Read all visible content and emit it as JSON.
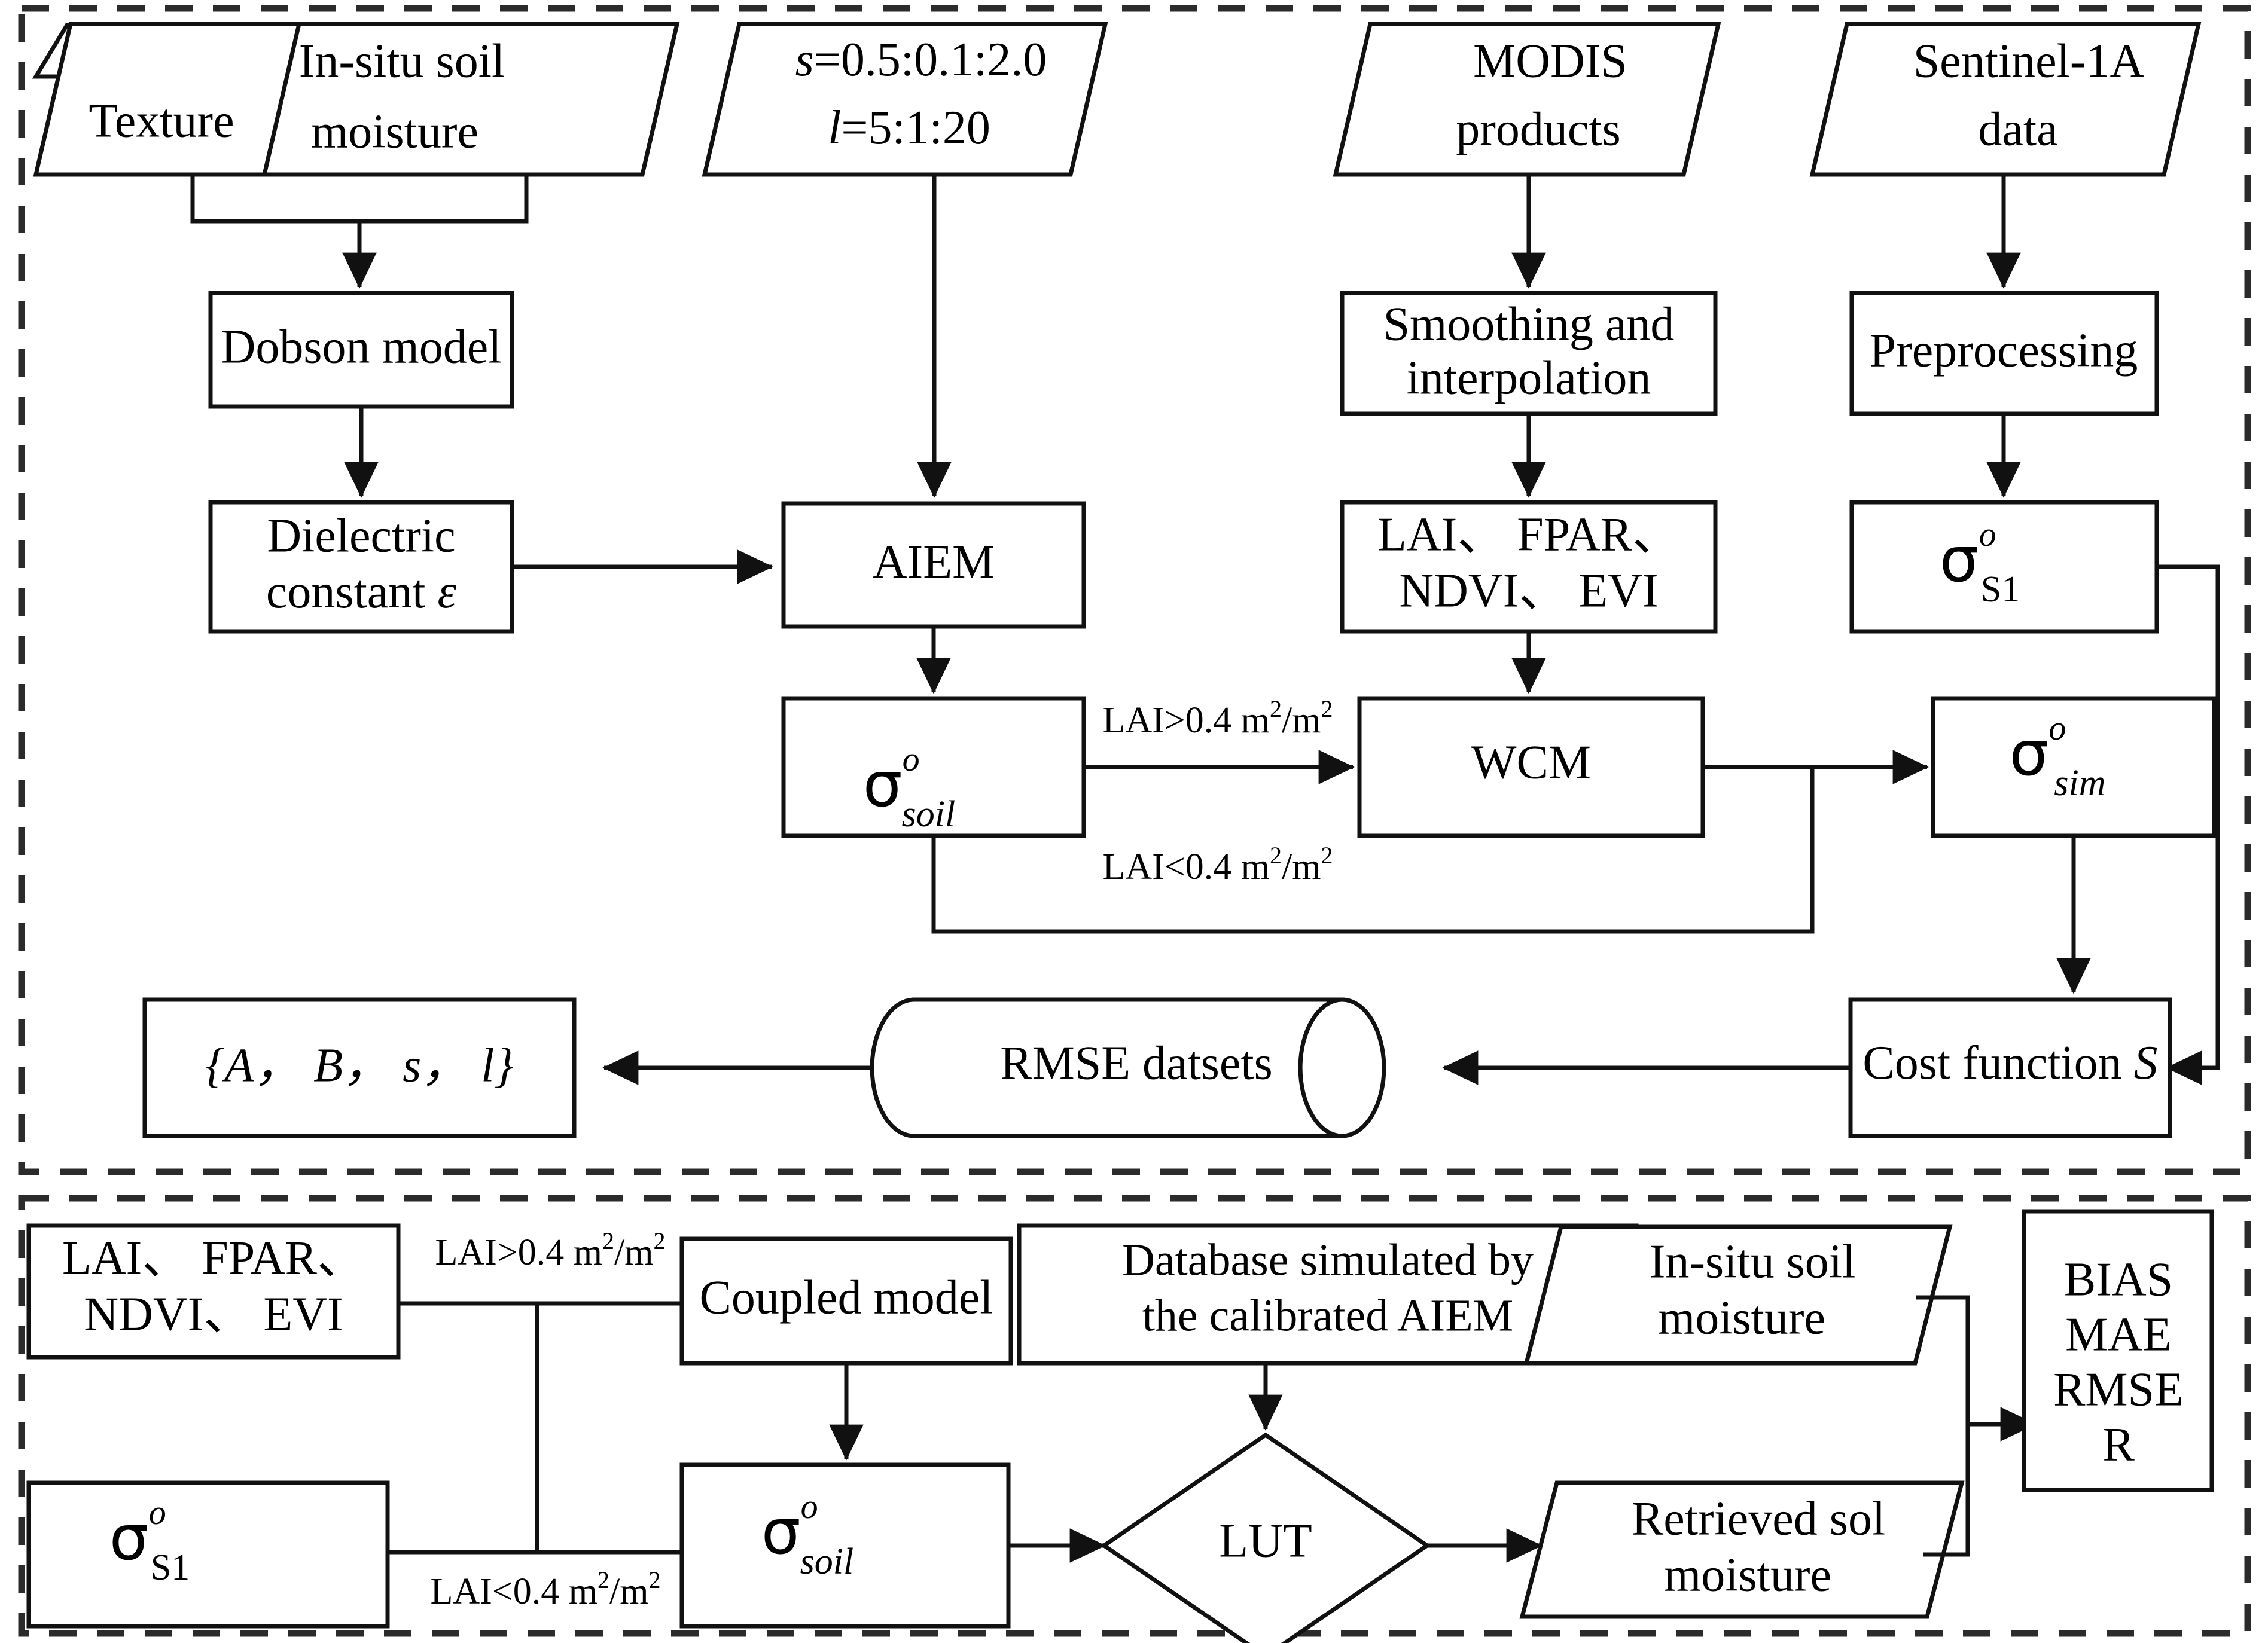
{
  "diagram": {
    "title_absent": true,
    "panels": [
      {
        "id": "calibration",
        "name": "calibration-panel",
        "border": "dashed"
      },
      {
        "id": "validation",
        "name": "validation-panel",
        "border": "dashed"
      }
    ]
  },
  "panel1": {
    "inputs": {
      "texture": "Texture",
      "insitu_line1": "In-situ soil",
      "insitu_line2": "moisture",
      "params_line1_var": "s",
      "params_line1_val": "=0.5:0.1:2.0",
      "params_line2_var": "l",
      "params_line2_val": "=5:1:20",
      "modis_line1": "MODIS",
      "modis_line2": "products",
      "sentinel_line1": "Sentinel-1A",
      "sentinel_line2": "data"
    },
    "nodes": {
      "dobson": "Dobson model",
      "dielectric_line1": "Dielectric",
      "dielectric_line2_pre": "constant ",
      "dielectric_line2_sym": "ε",
      "aiem": "AIEM",
      "sigma_soil_base": "σ",
      "sigma_soil_sup": "o",
      "sigma_soil_sub": "soil",
      "smoothing_line1": "Smoothing and",
      "smoothing_line2": "interpolation",
      "modis_vars_line1": "LAI、 FPAR、",
      "modis_vars_line2": "NDVI、 EVI",
      "wcm": "WCM",
      "preprocessing": "Preprocessing",
      "sigma_s1_base": "σ",
      "sigma_s1_sup": "o",
      "sigma_s1_sub": "S1",
      "sigma_sim_base": "σ",
      "sigma_sim_sup": "o",
      "sigma_sim_sub": "sim",
      "cost_function_pre": "Cost function ",
      "cost_function_sym": "S",
      "rmse_datasets": "RMSE datsets",
      "result_set": "{A， B， s， l}"
    },
    "edge_labels": {
      "lai_gt": "LAI>0.4 m²/m²",
      "lai_lt": "LAI<0.4 m²/m²"
    }
  },
  "panel2": {
    "nodes": {
      "modis_vars_line1": "LAI、 FPAR、",
      "modis_vars_line2": "NDVI、 EVI",
      "sigma_s1_base": "σ",
      "sigma_s1_sup": "o",
      "sigma_s1_sub": "S1",
      "coupled_model": "Coupled model",
      "sigma_soil_base": "σ",
      "sigma_soil_sup": "o",
      "sigma_soil_sub": "soil",
      "database_line1": "Database simulated by",
      "database_line2": "the calibrated AIEM",
      "lut": "LUT",
      "insitu_line1": "In-situ soil",
      "insitu_line2": "moisture",
      "retrieved_line1": "Retrieved sol",
      "retrieved_line2": "moisture",
      "metrics_line1": "BIAS",
      "metrics_line2": "MAE",
      "metrics_line3": "RMSE",
      "metrics_line4": "R"
    },
    "edge_labels": {
      "lai_gt": "LAI>0.4 m²/m²",
      "lai_lt": "LAI<0.4 m²/m²"
    }
  },
  "style": {
    "stroke": "#1a1a1a",
    "fill": "#ffffff",
    "background": "#ffffff"
  }
}
